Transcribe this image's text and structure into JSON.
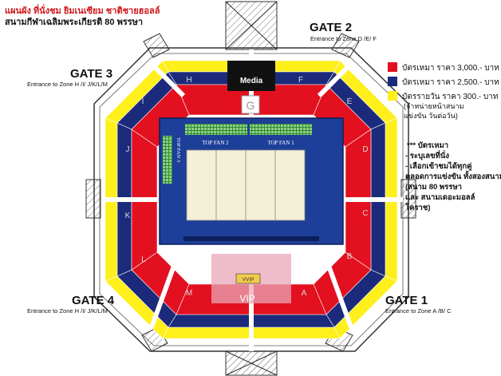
{
  "header": {
    "title_line1": "แผนผัง ที่นั่งชม ยิมเนเซียม ชาติชายฮอลล์",
    "title_line2": "สนามกีฬาเฉลิมพระเกียรติ 80 พรรษา"
  },
  "gates": {
    "gate1": {
      "label": "GATE 1",
      "entrance": "Entrance to Zone A /B/ C"
    },
    "gate2": {
      "label": "GATE 2",
      "entrance": "Entrance to Zone D /E/ F"
    },
    "gate3": {
      "label": "GATE 3",
      "entrance": "Entrance to Zone H /I/ J/K/L/M"
    },
    "gate4": {
      "label": "GATE 4",
      "entrance": "Entrance to Zone H /I/ J/K/L/M"
    }
  },
  "venue": {
    "media_label": "Media",
    "vip_label": "VIP",
    "vvip_label": "VVIP",
    "top_fan_1": "TOP FAN 1",
    "top_fan_2": "TOP FAN 2",
    "top_fan_3": "TOP FAN 3",
    "zones": {
      "a": "A",
      "b": "B",
      "c": "C",
      "d": "D",
      "e": "E",
      "f": "F",
      "g": "G",
      "h": "H",
      "i": "I",
      "j": "J",
      "k": "K",
      "l": "L",
      "m": "M"
    }
  },
  "legend": {
    "items": [
      {
        "color": "#e3101f",
        "label": "บัตรเหมา ราคา 3,000.- บาท"
      },
      {
        "color": "#1b2a7a",
        "label": "บัตรเหมา ราคา 2,500.- บาท"
      },
      {
        "color": "#ffef1a",
        "label": "บัตรรายวัน ราคา 300.- บาท"
      }
    ],
    "note_daily_1": "(จำหน่ายหน้าสนาม",
    "note_daily_2": "แข่งขัน วันต่อวัน)"
  },
  "notes": {
    "heading": "*** บัตรเหมา",
    "line1": "- ระบุเลขที่นั่ง",
    "line2": "- เลือกเข้าชมได้ทุกคู่",
    "line3": "ตลอดการแข่งขัน ทั้งสองสนาม",
    "line4": "(สนาม 80 พรรษา",
    "line5": "และ สนามเดอะมอลล์",
    "line6": "โคราช)"
  },
  "colors": {
    "red": "#e3101f",
    "navy": "#1b2a7a",
    "yellow": "#ffef1a",
    "court_blue": "#1d3f99",
    "court_floor": "#f4efd7",
    "vip_pink": "#e8a7b7",
    "fan_green": "#2f8a3c",
    "media_black": "#111111",
    "outline": "#333333"
  }
}
